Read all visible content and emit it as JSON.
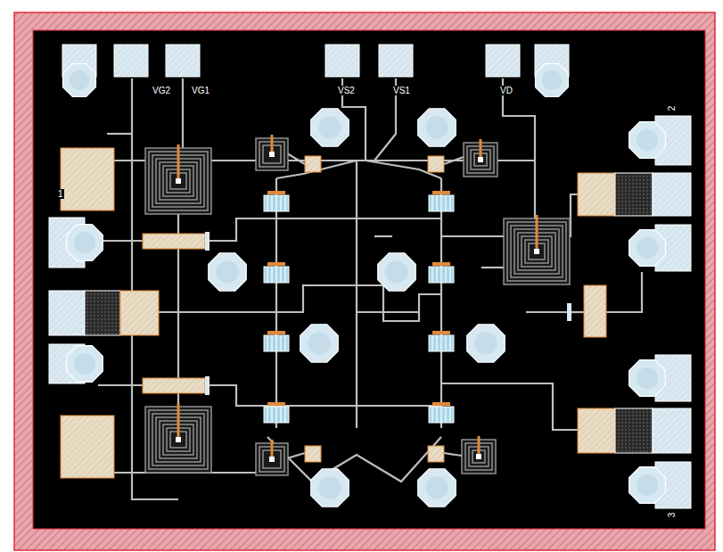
{
  "diagram": {
    "labels": [
      "VG2",
      "VG1",
      "VS2",
      "VS1",
      "VD",
      "1",
      "2",
      "3"
    ]
  }
}
